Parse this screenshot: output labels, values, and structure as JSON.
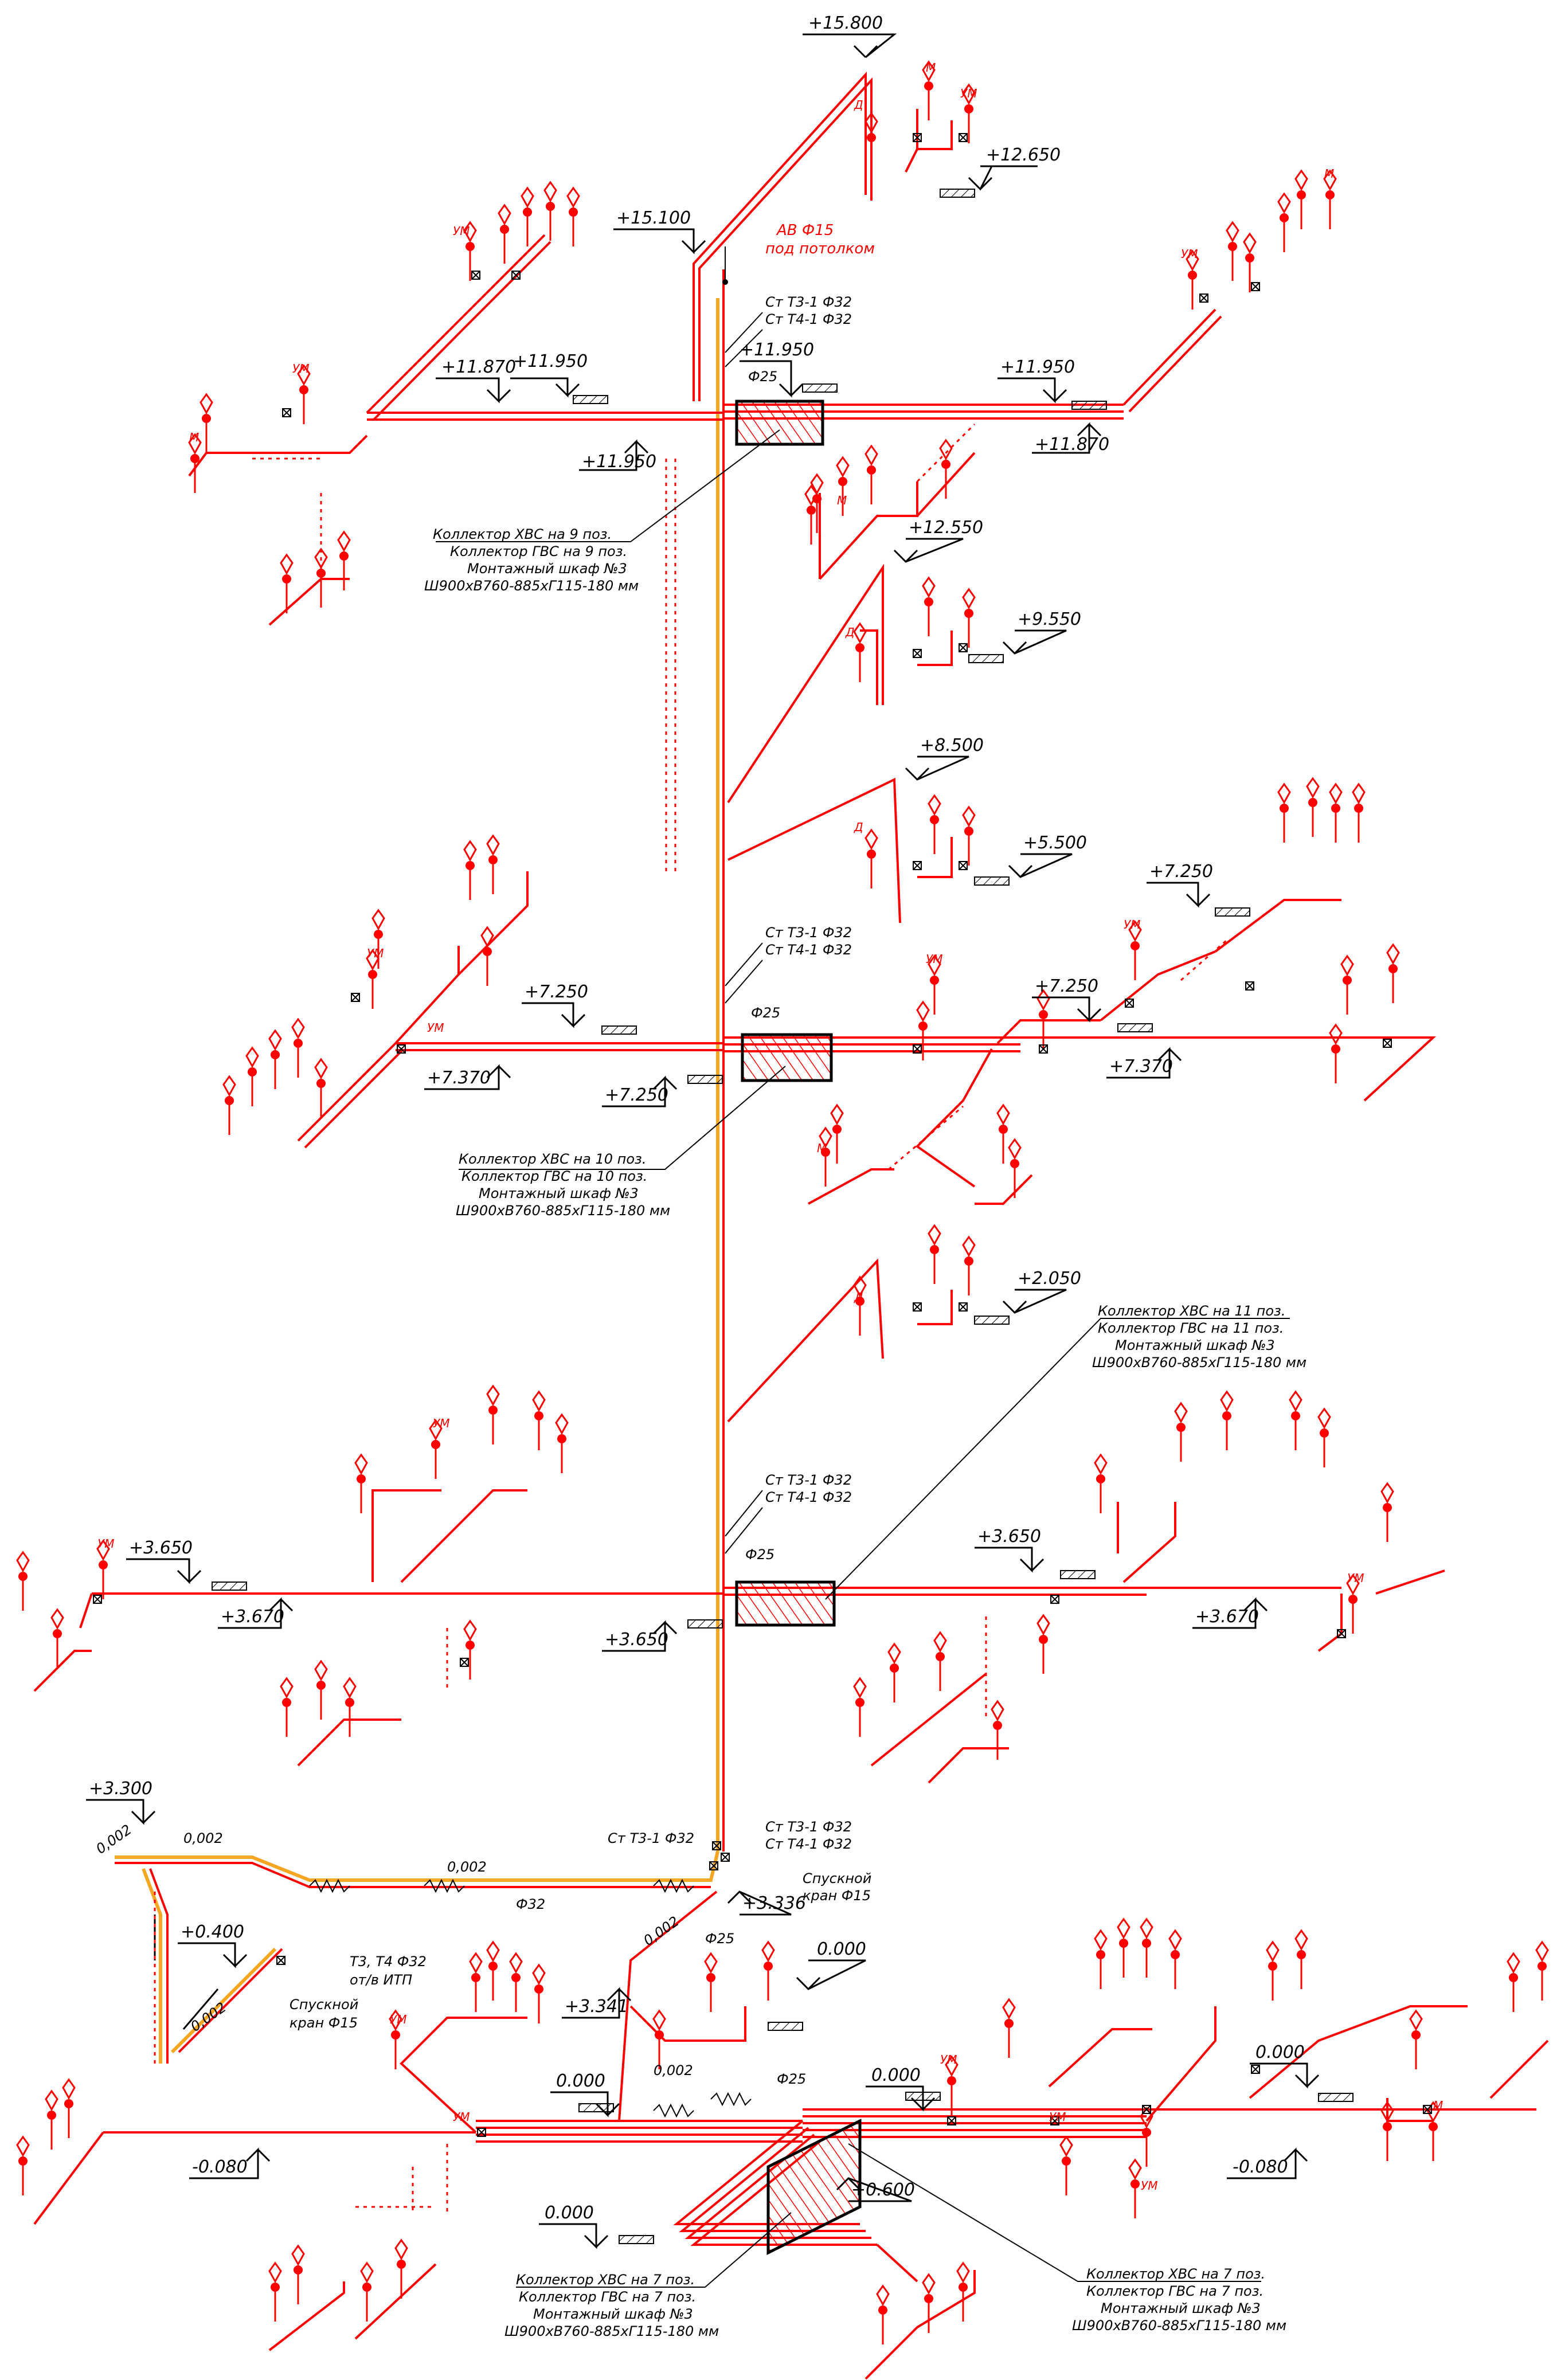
{
  "elevations": {
    "top": "+15.800",
    "roof_right": "+12.650",
    "upper_left_riser": "+15.100",
    "l9_left_a": "+11.870",
    "l9_left_b": "+11.950",
    "l9_center": "+11.950",
    "l9_left_under": "+11.950",
    "l9_right_a": "+11.950",
    "l9_right_b": "+11.870",
    "l9_branch": "+12.550",
    "l9_branch_low": "+9.550",
    "l8_branch": "+8.500",
    "l8_branch_low": "+5.500",
    "l10_right_top": "+7.250",
    "l10_left_a": "+7.250",
    "l10_left_b": "+7.370",
    "l10_center": "+7.250",
    "l10_right_a": "+7.250",
    "l10_right_b": "+7.370",
    "l11_branch_low": "+2.050",
    "l11_left_a": "+3.650",
    "l11_left_b": "+3.670",
    "l11_center": "+3.650",
    "l11_right_a": "+3.650",
    "l11_right_b": "+3.670",
    "base_left_top": "+3.300",
    "base_left_mid": "+0.400",
    "base_riser_a": "+3.336",
    "base_riser_b": "+3.341",
    "l7_right_top": "0.000",
    "l7_center_a": "0.000",
    "l7_center_b": "0.000",
    "l7_right_c": "0.000",
    "l7_left_bottom": "0.000",
    "l7_shelf": "+0.600",
    "l7_left": "-0.080",
    "l7_right": "-0.080"
  },
  "notes": {
    "av_line1": "АВ Ф15",
    "av_line2": "под потолком",
    "risers_9_line1": "Ст Т3-1 Ф32",
    "risers_9_line2": "Ст Т4-1 Ф32",
    "risers_10_line1": "Ст Т3-1 Ф32",
    "risers_10_line2": "Ст Т4-1 Ф32",
    "risers_11_line1": "Ст Т3-1 Ф32",
    "risers_11_line2": "Ст Т4-1 Ф32",
    "risers_base_line1": "Ст Т3-1 Ф32",
    "risers_base_line2": "Ст Т4-1 Ф32",
    "riser_left_base": "Ст Т3-1 Ф32",
    "d25_9": "Ф25",
    "d25_10": "Ф25",
    "d25_11": "Ф25",
    "d25_base": "Ф25",
    "d25_l7": "Ф25",
    "d32_base": "Ф32",
    "drain_line1": "Спускной",
    "drain_line2": "кран Ф15",
    "drain_left_line1": "Спускной",
    "drain_left_line2": "кран Ф15",
    "itp_line1": "Т3, Т4 Ф32",
    "itp_line2": "от/в ИТП",
    "slope_1": "0,002",
    "slope_2": "0,002",
    "slope_3": "0,002",
    "slope_4": "0,002",
    "slope_5": "0,002",
    "slope_6": "0,002"
  },
  "manifolds": {
    "m9": [
      "Коллектор ХВС на 9 поз.",
      "Коллектор ГВС на 9 поз.",
      "Монтажный шкаф №3",
      "Ш900хВ760-885хГ115-180 мм"
    ],
    "m10": [
      "Коллектор ХВС на 10 поз.",
      "Коллектор ГВС на 10 поз.",
      "Монтажный шкаф №3",
      "Ш900хВ760-885хГ115-180 мм"
    ],
    "m11": [
      "Коллектор ХВС на 11 поз.",
      "Коллектор ГВС на 11 поз.",
      "Монтажный шкаф №3",
      "Ш900хВ760-885хГ115-180 мм"
    ],
    "m7_left": [
      "Коллектор ХВС на 7 поз.",
      "Коллектор ГВС на 7 поз.",
      "Монтажный шкаф №3",
      "Ш900хВ760-885хГ115-180 мм"
    ],
    "m7_right": [
      "Коллектор ХВС на 7 поз.",
      "Коллектор ГВС на 7 поз.",
      "Монтажный шкаф №3",
      "Ш900хВ760-885хГ115-180 мм"
    ]
  },
  "fixture_labels": {
    "washbasin": "УМ",
    "sink": "М",
    "shower": "Д",
    "toilet": "УМ"
  }
}
